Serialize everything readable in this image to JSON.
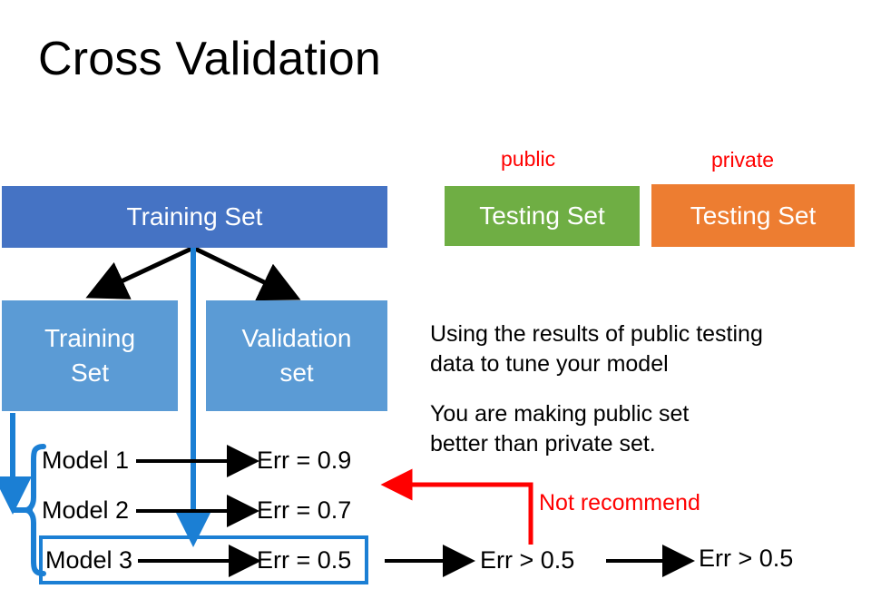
{
  "slide": {
    "title": "Cross Validation",
    "background": "#ffffff"
  },
  "colors": {
    "training_set": "#4573c4",
    "sub_set": "#5b9bd5",
    "public_testing": "#6fae44",
    "private_testing": "#ed7d31",
    "red_accent": "#ff0000",
    "blue_accent": "#1b7fd4",
    "text": "#000000"
  },
  "boxes": {
    "training_set": "Training Set",
    "sub_training_set": "Training\nSet",
    "validation_set": "Validation\nset",
    "public_testing_set": "Testing Set",
    "private_testing_set": "Testing Set"
  },
  "labels": {
    "public": "public",
    "private": "private"
  },
  "models": [
    {
      "name": "Model 1",
      "error": "Err = 0.9"
    },
    {
      "name": "Model 2",
      "error": "Err = 0.7"
    },
    {
      "name": "Model 3",
      "error": "Err = 0.5"
    }
  ],
  "notes": {
    "paragraph1": "Using the results of public testing\ndata to tune your model",
    "paragraph2": "You are making public set\nbetter than private set.",
    "not_recommend": "Not recommend"
  },
  "outcomes": {
    "err_public": "Err > 0.5",
    "err_private": "Err > 0.5"
  },
  "icons": {
    "split_arrow_left": "arrow-down-left-icon",
    "split_arrow_right": "arrow-down-right-icon",
    "selection_arrow": "arrow-down-blue-icon",
    "brace": "curly-brace-icon",
    "model_arrow": "arrow-right-icon",
    "feedback_arrow": "arrow-left-red-elbow-icon"
  }
}
